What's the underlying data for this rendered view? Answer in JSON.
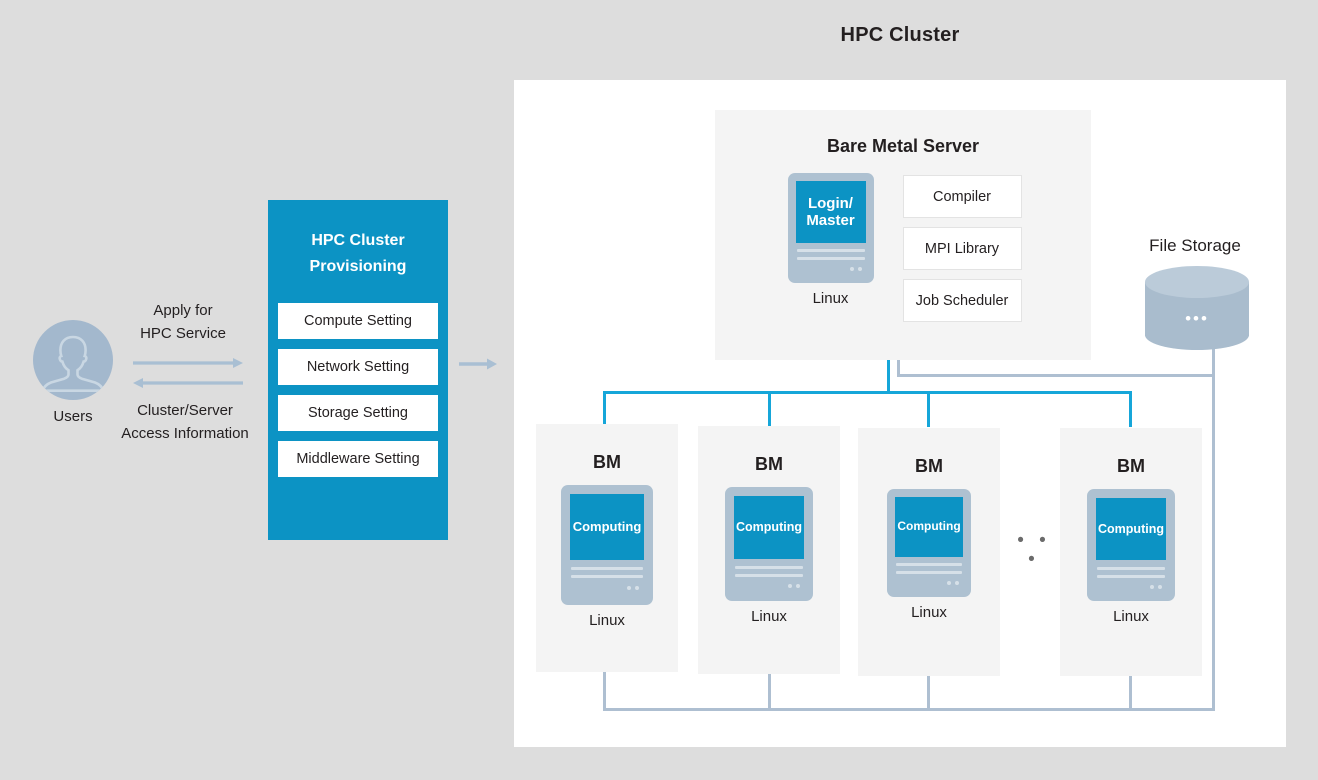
{
  "title": "HPC Cluster",
  "colors": {
    "background": "#dddddd",
    "panel": "#ffffff",
    "brand_teal": "#0c93c4",
    "network_line": "#16a6d9",
    "storage_line": "#aebfd1",
    "node_chassis": "#aec1d1",
    "card_background": "#f4f4f4",
    "text": "#231f20"
  },
  "users": {
    "label": "Users",
    "avatar_icon": "user-avatar-icon"
  },
  "flows": {
    "outbound_label": "Apply for\nHPC Service",
    "outbound_line1": "Apply for",
    "outbound_line2": "HPC Service",
    "inbound_line1": "Cluster/Server",
    "inbound_line2": "Access Information",
    "arrow_right_icon": "arrow-right-icon",
    "arrow_left_icon": "arrow-left-icon",
    "arrow_to_cluster_icon": "arrow-right-icon"
  },
  "provisioning": {
    "title_line1": "HPC Cluster",
    "title_line2": "Provisioning",
    "settings": [
      {
        "label": "Compute Setting"
      },
      {
        "label": "Network Setting"
      },
      {
        "label": "Storage Setting"
      },
      {
        "label": "Middleware Setting"
      }
    ]
  },
  "bare_metal_server": {
    "title": "Bare Metal Server",
    "node": {
      "screen_line1": "Login/",
      "screen_line2": "Master",
      "os_label": "Linux",
      "icon": "server-icon"
    },
    "software": [
      {
        "label": "Compiler"
      },
      {
        "label": "MPI Library"
      },
      {
        "label": "Job Scheduler"
      }
    ]
  },
  "file_storage": {
    "label": "File Storage",
    "icon": "database-cylinder-icon",
    "dots": "•••"
  },
  "compute_nodes": [
    {
      "title": "BM",
      "screen_label": "Computing",
      "os_label": "Linux",
      "icon": "server-icon"
    },
    {
      "title": "BM",
      "screen_label": "Computing",
      "os_label": "Linux",
      "icon": "server-icon"
    },
    {
      "title": "BM",
      "screen_label": "Computing",
      "os_label": "Linux",
      "icon": "server-icon"
    },
    {
      "title": "BM",
      "screen_label": "Computing",
      "os_label": "Linux",
      "icon": "server-icon"
    }
  ],
  "ellipsis": "• • •"
}
